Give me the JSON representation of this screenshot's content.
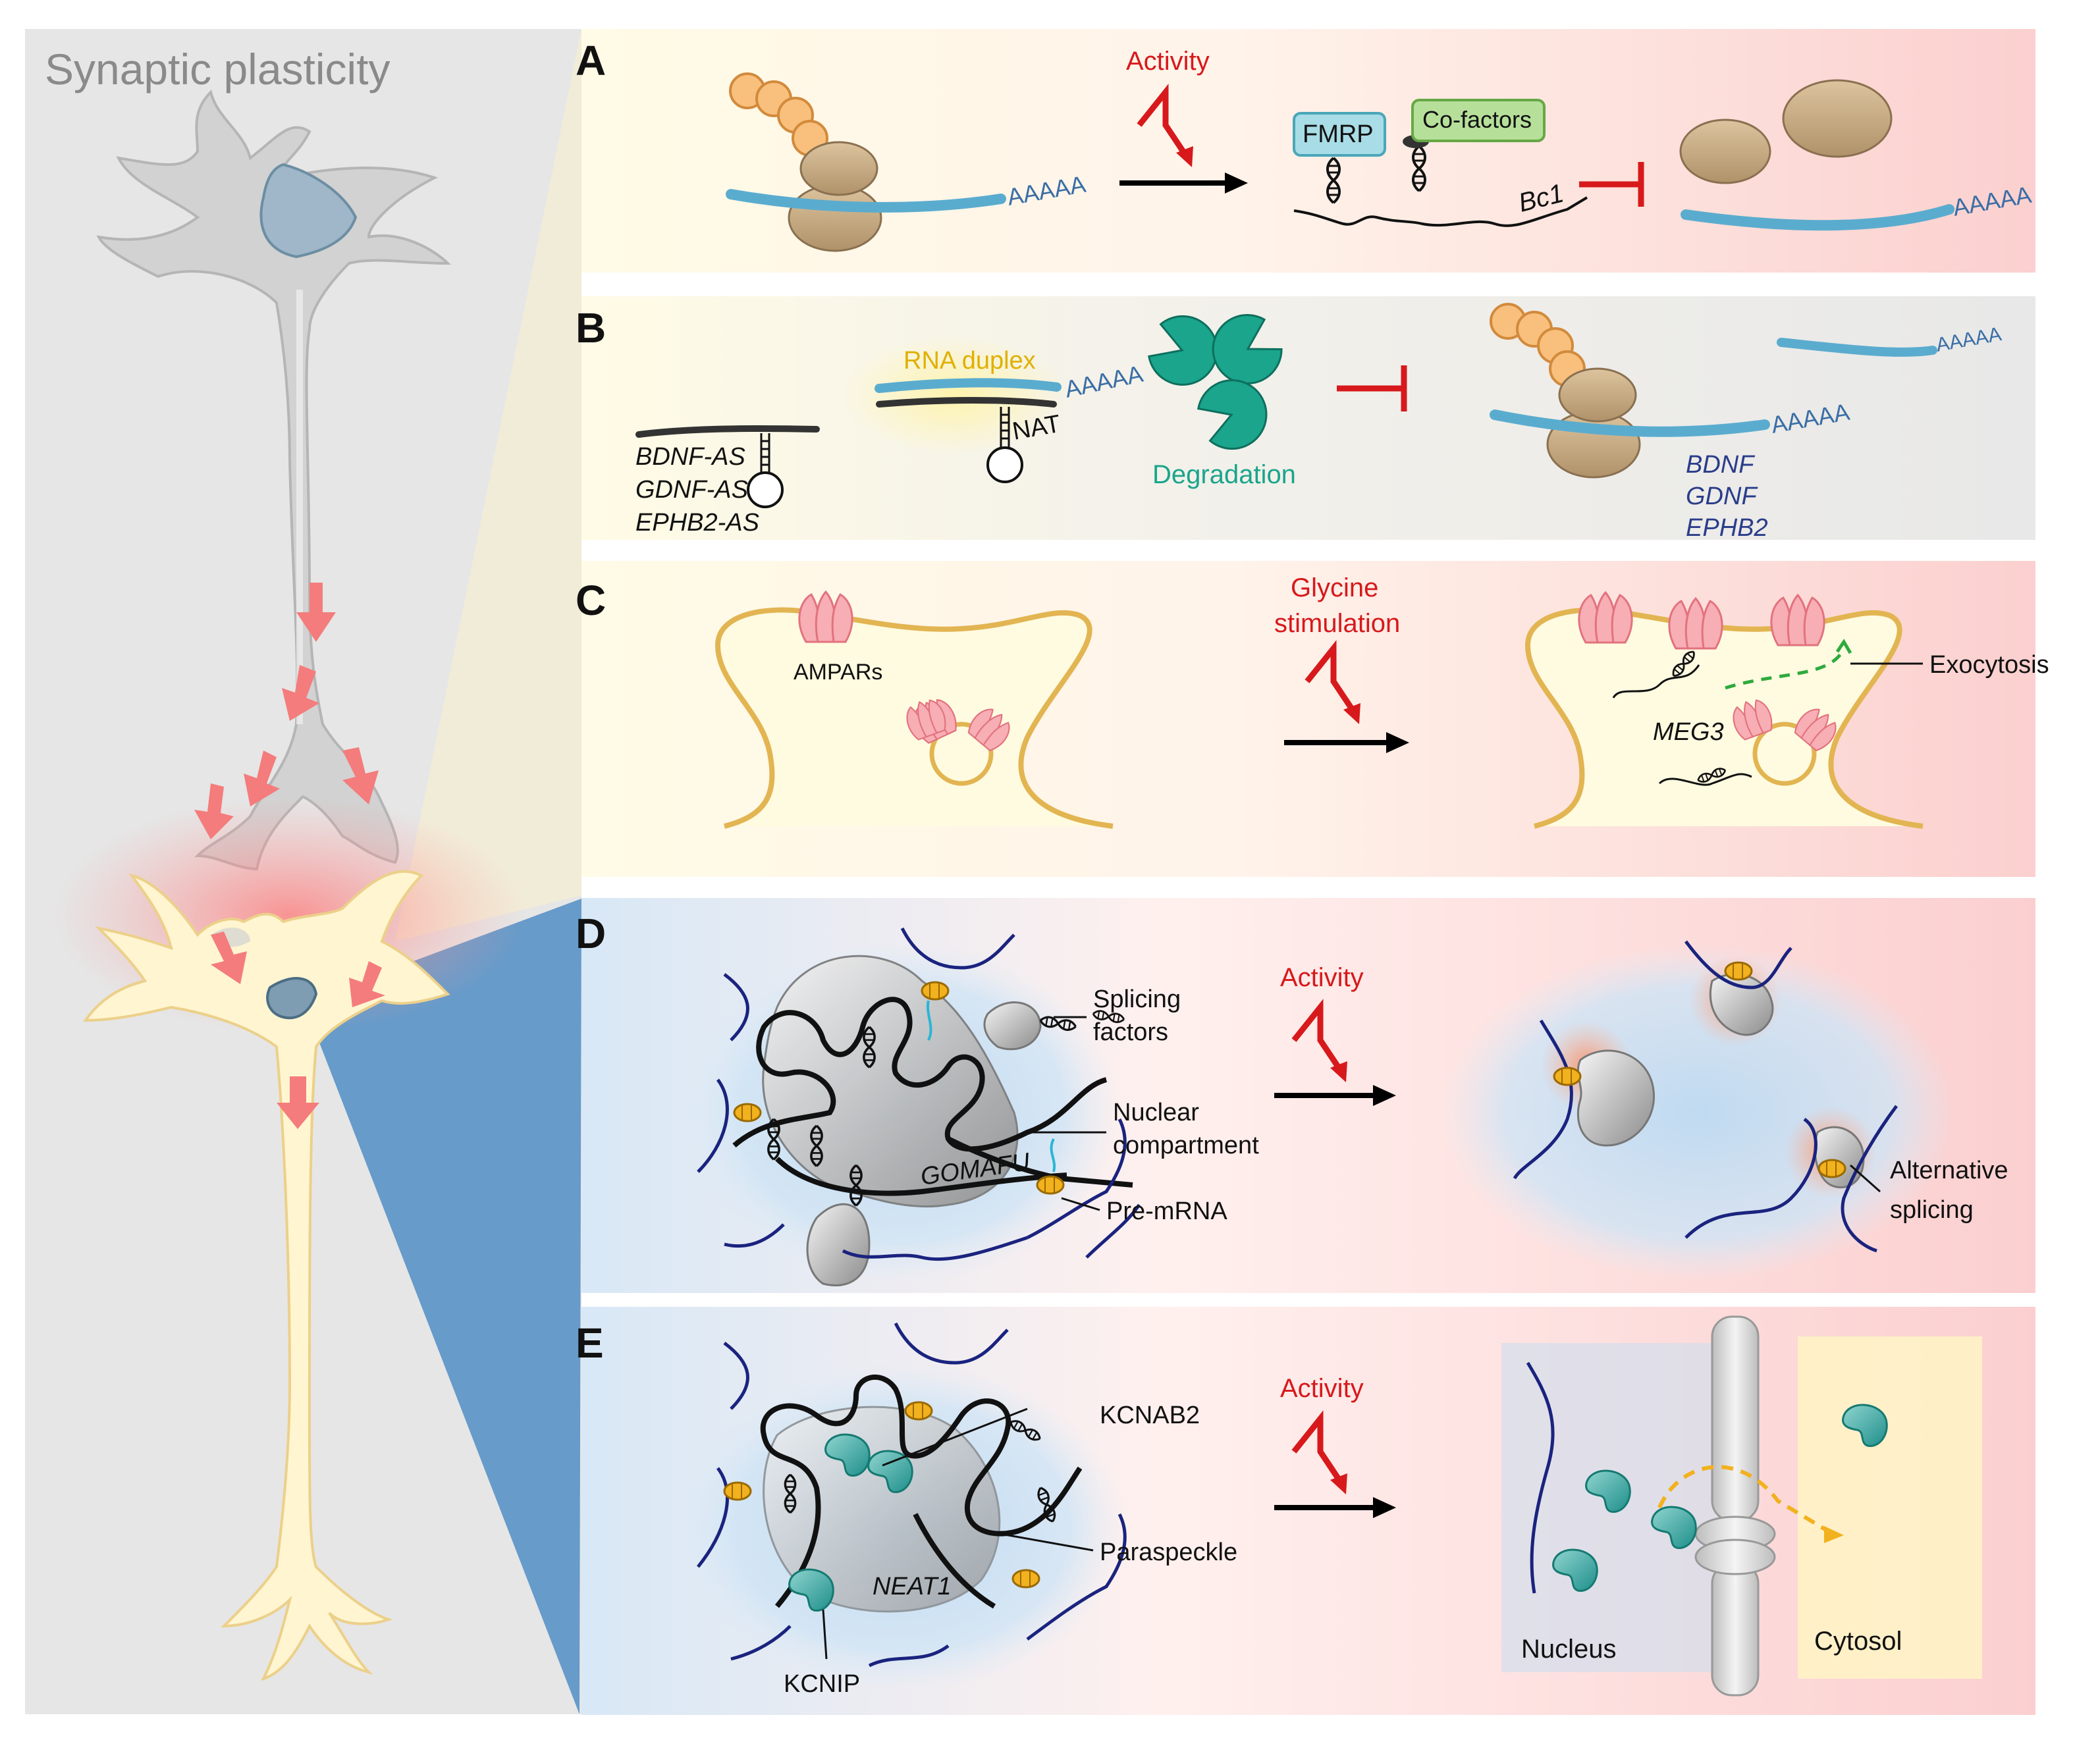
{
  "colors": {
    "red": "#d7191c",
    "teal": "#1aa58c",
    "blue_rna": "#5aaccf",
    "navy_text": "#2a3d8a",
    "yellow_text": "#e0b000",
    "membrane": "#e2b552",
    "left_bg": "#e6e6e6"
  },
  "left": {
    "title": "Synaptic plasticity"
  },
  "panelA": {
    "letter": "A",
    "activity": "Activity",
    "polyA1": "AAAAA",
    "fmrp": "FMRP",
    "cofactors": "Co-factors",
    "bc1": "Bc1",
    "polyA2": "AAAAA"
  },
  "panelB": {
    "letter": "B",
    "genes_as": [
      "BDNF-AS",
      "GDNF-AS",
      "EPHB2-AS"
    ],
    "rna_duplex": "RNA duplex",
    "polyA1": "AAAAA",
    "nat": "NAT",
    "degradation": "Degradation",
    "polyA2": "AAAAA",
    "polyA3": "AAAAA",
    "genes": [
      "BDNF",
      "GDNF",
      "EPHB2"
    ]
  },
  "panelC": {
    "letter": "C",
    "ampars": "AMPARs",
    "stim1": "Glycine",
    "stim2": "stimulation",
    "exocytosis": "Exocytosis",
    "meg3": "MEG3"
  },
  "panelD": {
    "letter": "D",
    "splicing1": "Splicing",
    "splicing2": "factors",
    "nuclear1": "Nuclear",
    "nuclear2": "compartment",
    "gomafu": "GOMAFU",
    "premrna": "Pre-mRNA",
    "activity": "Activity",
    "alt1": "Alternative",
    "alt2": "splicing"
  },
  "panelE": {
    "letter": "E",
    "kcnab2": "KCNAB2",
    "paraspeckle": "Paraspeckle",
    "neat1": "NEAT1",
    "kcnip": "KCNIP",
    "activity": "Activity",
    "nucleus": "Nucleus",
    "cytosol": "Cytosol"
  }
}
